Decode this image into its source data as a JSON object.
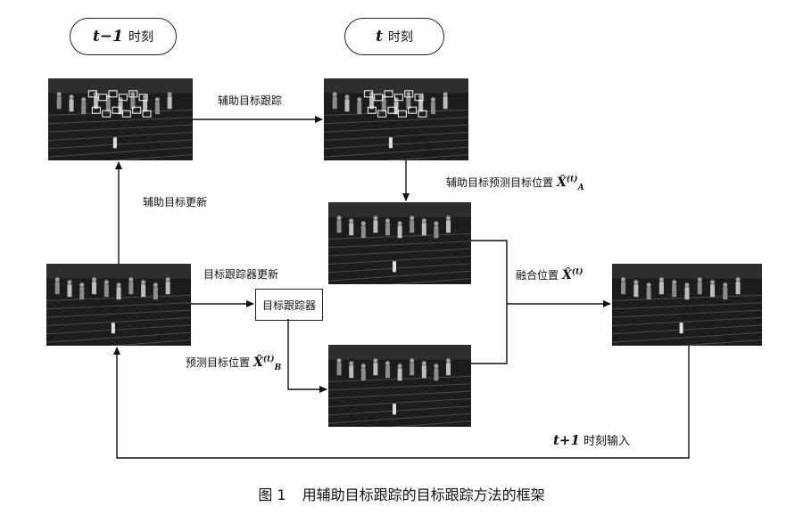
{
  "header": {
    "prev": {
      "var": "t−1",
      "text": "时刻"
    },
    "curr": {
      "var": "t",
      "text": "时刻"
    }
  },
  "labels": {
    "aux_tracking": "辅助目标跟踪",
    "aux_update": "辅助目标更新",
    "aux_predict": "辅助目标预测目标位置",
    "aux_predict_math": {
      "base": "X̂",
      "sup": "(t)",
      "sub": "A"
    },
    "tracker_update": "目标跟踪器更新",
    "tracker": "目标跟踪器",
    "predict": "预测目标位置",
    "predict_math": {
      "base": "X̂",
      "sup": "(t)",
      "sub": "B"
    },
    "fusion": "融合位置",
    "fusion_math": {
      "base": "X̂",
      "sup": "(t)",
      "sub": ""
    },
    "next_input_var": "t+1",
    "next_input_text": "时刻输入"
  },
  "caption": {
    "num": "图 1",
    "text": "用辅助目标跟踪的目标跟踪方法的框架"
  },
  "colors": {
    "frame_bg": "#1c1c1c",
    "track": "#3a3a3a",
    "box": "#ffffff",
    "arrow": "#111111"
  }
}
